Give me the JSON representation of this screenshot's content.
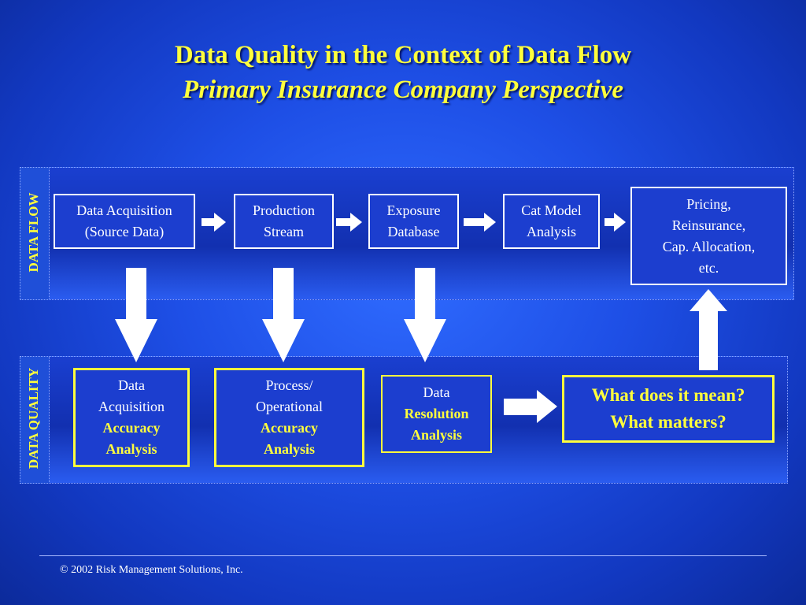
{
  "title": "Data Quality in the Context of Data Flow",
  "subtitle": "Primary Insurance Company Perspective",
  "bands": {
    "flow_label": "DATA  FLOW",
    "quality_label": "DATA QUALITY"
  },
  "flow_boxes": [
    {
      "line1": "Data Acquisition",
      "line2": "(Source Data)"
    },
    {
      "line1": "Production",
      "line2": "Stream"
    },
    {
      "line1": "Exposure",
      "line2": "Database"
    },
    {
      "line1": "Cat Model",
      "line2": "Analysis"
    },
    {
      "line1": "Pricing,",
      "line2": "Reinsurance,",
      "line3": "Cap. Allocation,",
      "line4": "etc."
    }
  ],
  "quality_boxes": [
    {
      "line1": "Data",
      "line2": "Acquisition",
      "line3": "Accuracy",
      "line4": "Analysis"
    },
    {
      "line1": "Process/",
      "line2": "Operational",
      "line3": "Accuracy",
      "line4": "Analysis"
    },
    {
      "line1": "Data",
      "line2": "Resolution",
      "line3": "Analysis"
    },
    {
      "line1": "What does it mean?",
      "line2": "What matters?"
    }
  ],
  "footer": "© 2002 Risk Management Solutions, Inc.",
  "colors": {
    "accent": "#ffff3c",
    "background": "#1e4fe6",
    "box_border": "#ffffff"
  }
}
